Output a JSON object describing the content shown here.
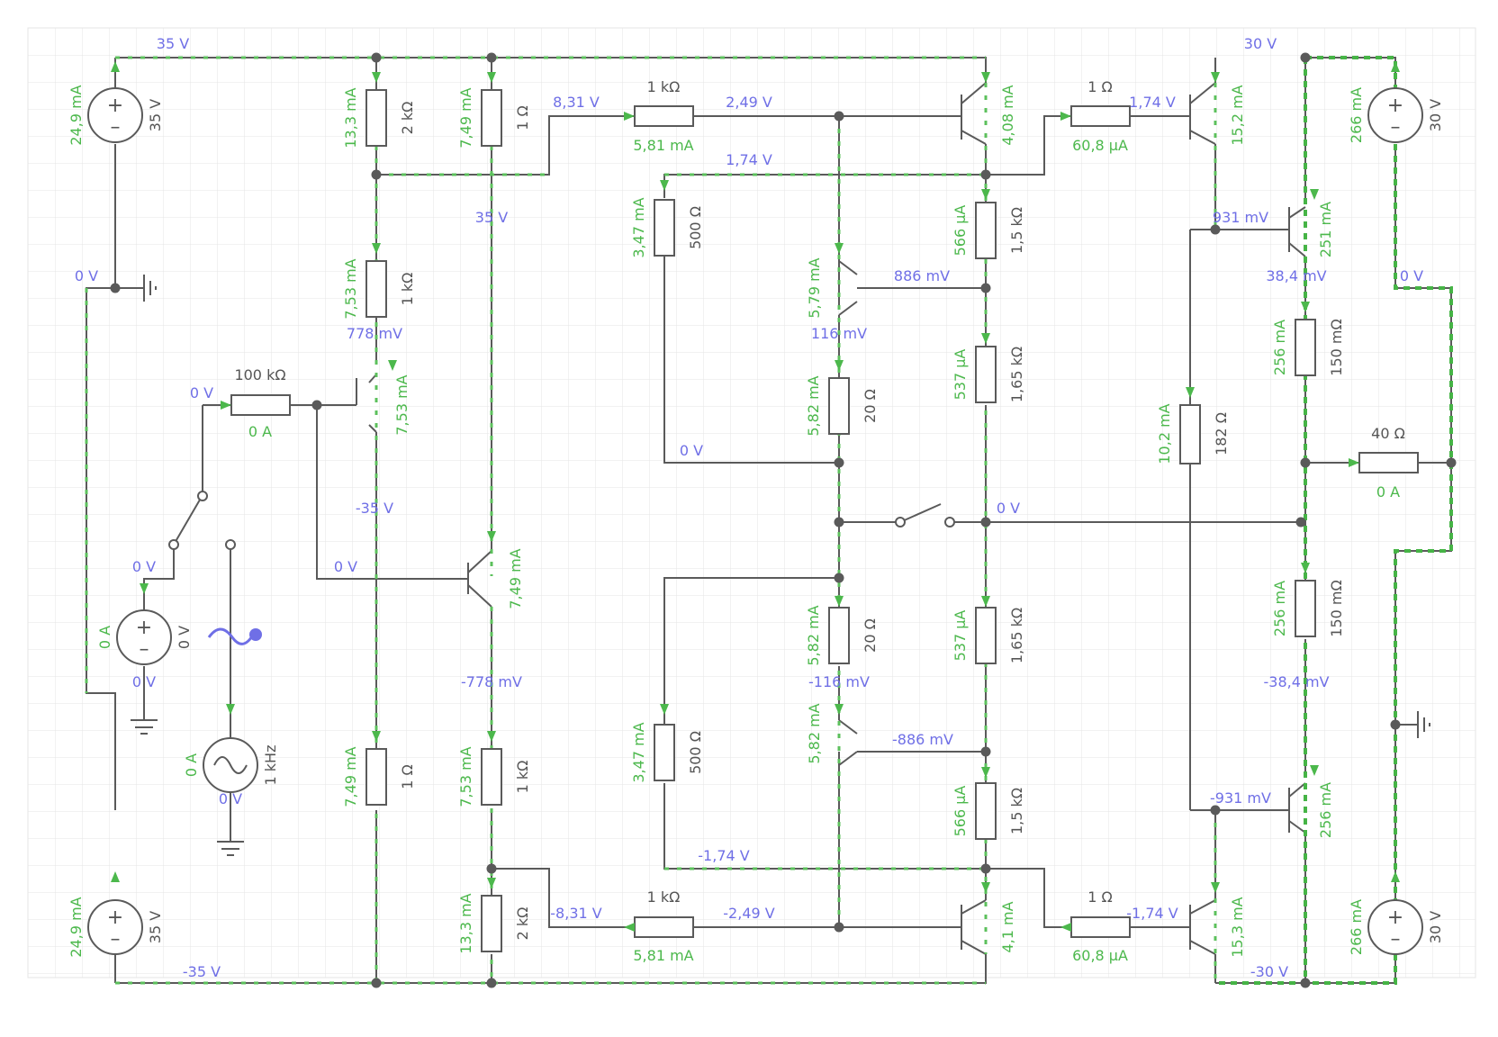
{
  "colors": {
    "grid": "#e4e4e4",
    "wire": "#5a5a5a",
    "voltage": "#6f6fe6",
    "current": "#4cb84c",
    "probe": "#6f6fe6"
  },
  "resistors": [
    {
      "id": "r_2k_top",
      "label": "2 kΩ",
      "current": "13,3 mA"
    },
    {
      "id": "r_1_top",
      "label": "1 Ω",
      "current": "7,49 mA"
    },
    {
      "id": "r_1k_in",
      "label": "1 kΩ",
      "current": "7,53 mA"
    },
    {
      "id": "r_100k",
      "label": "100 kΩ",
      "current": "0 A"
    },
    {
      "id": "r_1_bot",
      "label": "1 Ω",
      "current": "7,49 mA"
    },
    {
      "id": "r_1k_bot",
      "label": "1 kΩ",
      "current": "7,53 mA"
    },
    {
      "id": "r_2k_bot",
      "label": "2 kΩ",
      "current": "13,3 mA"
    },
    {
      "id": "r_1k_topmid",
      "label": "1 kΩ",
      "current": "5,81 mA"
    },
    {
      "id": "r_1k_botmid",
      "label": "1 kΩ",
      "current": "5,81 mA"
    },
    {
      "id": "r_500_top",
      "label": "500 Ω",
      "current": "3,47 mA"
    },
    {
      "id": "r_500_bot",
      "label": "500 Ω",
      "current": "3,47 mA"
    },
    {
      "id": "r_20_top",
      "label": "20 Ω",
      "current": "5,82 mA"
    },
    {
      "id": "r_20_bot",
      "label": "20 Ω",
      "current": "5,82 mA"
    },
    {
      "id": "r_1k5_top",
      "label": "1,5 kΩ",
      "current": "566 µA"
    },
    {
      "id": "r_1k65_top",
      "label": "1,65 kΩ",
      "current": "537 µA"
    },
    {
      "id": "r_1k65_bot",
      "label": "1,65 kΩ",
      "current": "537 µA"
    },
    {
      "id": "r_1k5_bot",
      "label": "1,5 kΩ",
      "current": "566 µA"
    },
    {
      "id": "r_1_drv_top",
      "label": "1 Ω",
      "current": "60,8 µA"
    },
    {
      "id": "r_1_drv_bot",
      "label": "1 Ω",
      "current": "60,8 µA"
    },
    {
      "id": "r_182",
      "label": "182 Ω",
      "current": "10,2 mA"
    },
    {
      "id": "r_150m_top",
      "label": "150 mΩ",
      "current": "256 mA"
    },
    {
      "id": "r_150m_bot",
      "label": "150 mΩ",
      "current": "256 mA"
    },
    {
      "id": "r_40",
      "label": "40 Ω",
      "current": "0 A"
    }
  ],
  "sources": [
    {
      "id": "v35_top",
      "label": "35 V",
      "current": "24,9 mA"
    },
    {
      "id": "v35_bot",
      "label": "35 V",
      "current": "24,9 mA"
    },
    {
      "id": "v_in",
      "label": "0 V",
      "current": "0 A"
    },
    {
      "id": "v30_top",
      "label": "30 V",
      "current": "266 mA"
    },
    {
      "id": "v30_bot",
      "label": "30 V",
      "current": "266 mA"
    },
    {
      "id": "ac",
      "label": "1 kHz",
      "current": "0 A"
    }
  ],
  "transistors": [
    {
      "id": "q_in",
      "current": "7,53 mA"
    },
    {
      "id": "q_vas_top",
      "current": "4,08 mA"
    },
    {
      "id": "q_vbe_top",
      "current": "5,79 mA"
    },
    {
      "id": "q_mid",
      "current": "7,49 mA"
    },
    {
      "id": "q_vbe_bot",
      "current": "5,82 mA"
    },
    {
      "id": "q_vas_bot",
      "current": "4,1 mA"
    },
    {
      "id": "q_drv_top",
      "current": "15,2 mA"
    },
    {
      "id": "q_out_top",
      "current": "251 mA"
    },
    {
      "id": "q_out_bot",
      "current": "256 mA"
    },
    {
      "id": "q_drv_bot",
      "current": "15,3 mA"
    }
  ],
  "voltages": [
    {
      "id": "v1",
      "text": "35 V"
    },
    {
      "id": "v2",
      "text": "30 V"
    },
    {
      "id": "v3",
      "text": "0 V"
    },
    {
      "id": "v4",
      "text": "0 V"
    },
    {
      "id": "v5",
      "text": "0 V"
    },
    {
      "id": "v6",
      "text": "0 V"
    },
    {
      "id": "v7",
      "text": "0 V"
    },
    {
      "id": "v8",
      "text": "0 V"
    },
    {
      "id": "v9",
      "text": "0 V"
    },
    {
      "id": "v10",
      "text": "0 V"
    },
    {
      "id": "v11",
      "text": "0 V"
    },
    {
      "id": "v12",
      "text": "8,31 V"
    },
    {
      "id": "v13",
      "text": "2,49 V"
    },
    {
      "id": "v14",
      "text": "1,74 V"
    },
    {
      "id": "v15",
      "text": "1,74 V"
    },
    {
      "id": "v16",
      "text": "35 V"
    },
    {
      "id": "v17",
      "text": "886 mV"
    },
    {
      "id": "v18",
      "text": "778 mV"
    },
    {
      "id": "v19",
      "text": "116 mV"
    },
    {
      "id": "v20",
      "text": "-35 V"
    },
    {
      "id": "v21",
      "text": "931 mV"
    },
    {
      "id": "v22",
      "text": "38,4 mV"
    },
    {
      "id": "v23",
      "text": "-778 mV"
    },
    {
      "id": "v24",
      "text": "-116 mV"
    },
    {
      "id": "v25",
      "text": "-886 mV"
    },
    {
      "id": "v26",
      "text": "-38,4 mV"
    },
    {
      "id": "v27",
      "text": "-931 mV"
    },
    {
      "id": "v28",
      "text": "-1,74 V"
    },
    {
      "id": "v29",
      "text": "-8,31 V"
    },
    {
      "id": "v30",
      "text": "-2,49 V"
    },
    {
      "id": "v31",
      "text": "-1,74 V"
    },
    {
      "id": "v32",
      "text": "-35 V"
    },
    {
      "id": "v33",
      "text": "-30 V"
    }
  ]
}
